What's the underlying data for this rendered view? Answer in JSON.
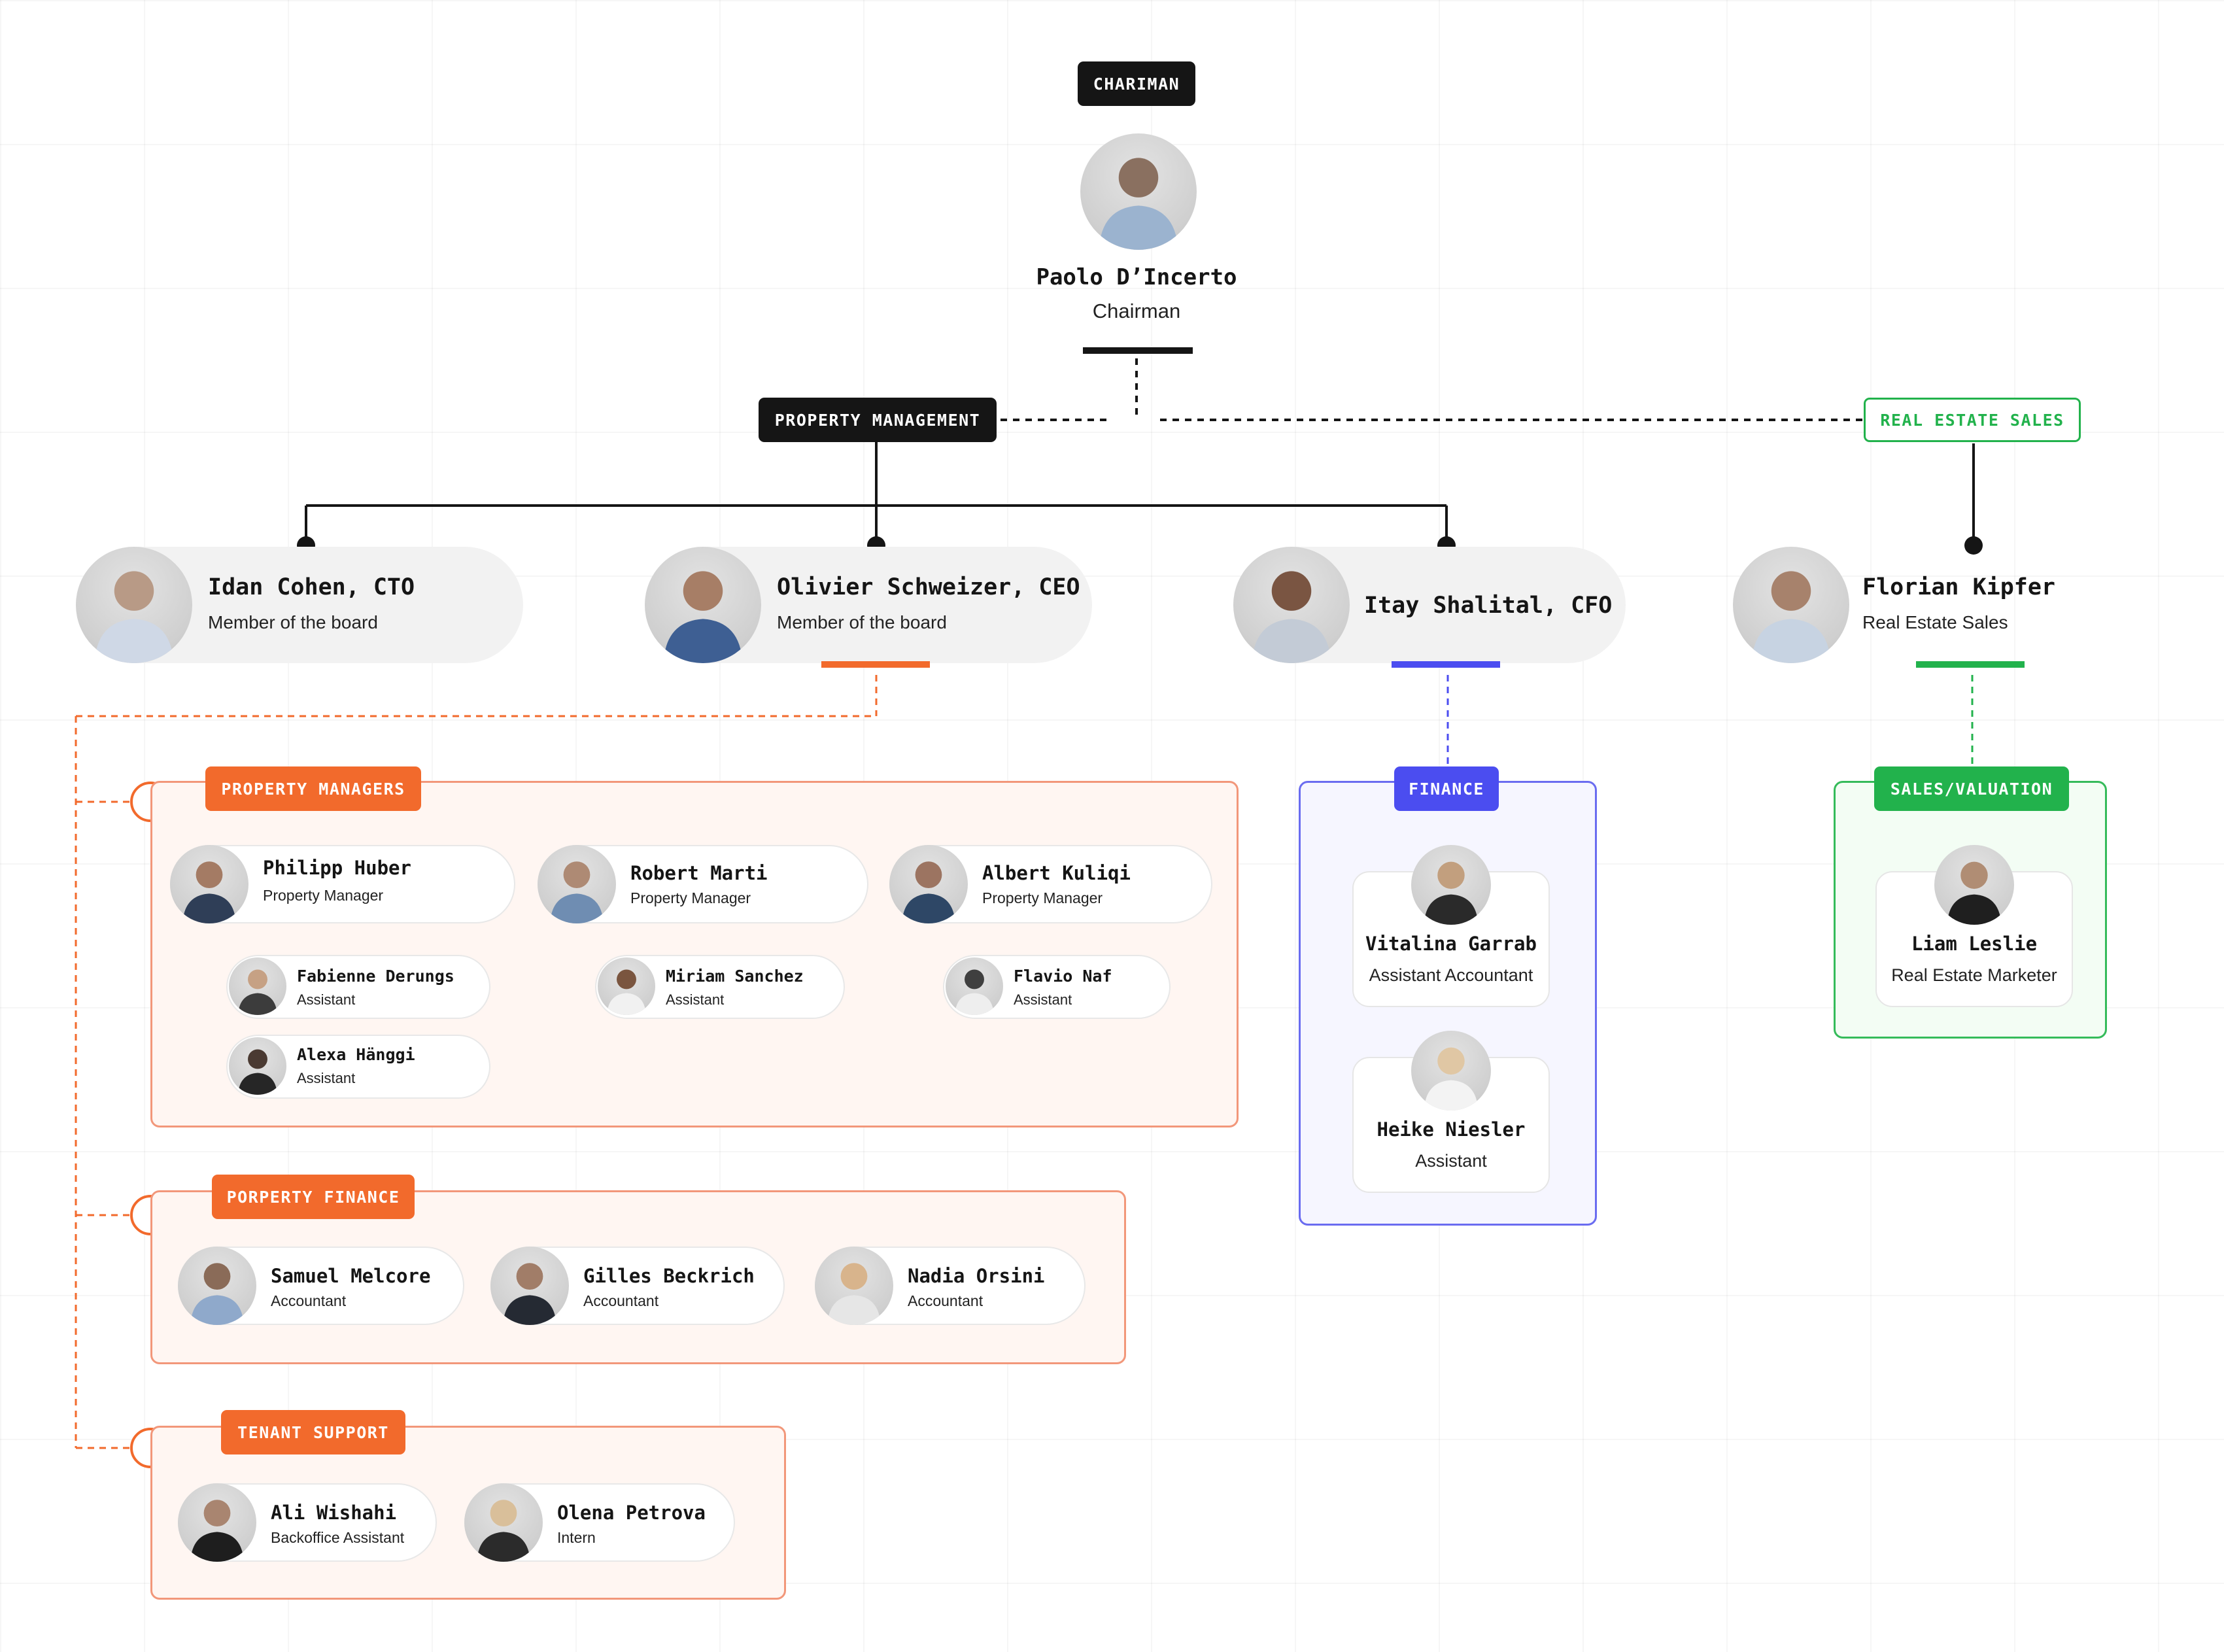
{
  "colors": {
    "dark": "#151515",
    "orange": "#f26a2c",
    "blue": "#4b4df0",
    "green": "#22b24c"
  },
  "chairman": {
    "tag": "CHARIMAN",
    "name": "Paolo D’Incerto",
    "role": "Chairman"
  },
  "departments": {
    "property_management": "PROPERTY MANAGEMENT",
    "real_estate_sales": "REAL ESTATE SALES"
  },
  "board": [
    {
      "name": "Idan Cohen, CTO",
      "role": "Member of the board"
    },
    {
      "name": "Olivier Schweizer, CEO",
      "role": "Member of the board"
    },
    {
      "name": "Itay Shalital, CFO",
      "role": ""
    },
    {
      "name": "Florian Kipfer",
      "role": "Real Estate Sales"
    }
  ],
  "property_managers": {
    "tag": "PROPERTY MANAGERS",
    "managers": [
      {
        "name": "Philipp Huber",
        "role": "Property Manager",
        "assistants": [
          {
            "name": "Fabienne Derungs",
            "role": "Assistant"
          },
          {
            "name": "Alexa Hänggi",
            "role": "Assistant"
          }
        ]
      },
      {
        "name": "Robert Marti",
        "role": "Property Manager",
        "assistants": [
          {
            "name": "Miriam Sanchez",
            "role": "Assistant"
          }
        ]
      },
      {
        "name": "Albert Kuliqi",
        "role": "Property Manager",
        "assistants": [
          {
            "name": "Flavio Naf",
            "role": "Assistant"
          }
        ]
      }
    ]
  },
  "property_finance": {
    "tag": "PORPERTY FINANCE",
    "members": [
      {
        "name": "Samuel Melcore",
        "role": "Accountant"
      },
      {
        "name": "Gilles Beckrich",
        "role": "Accountant"
      },
      {
        "name": "Nadia Orsini",
        "role": "Accountant"
      }
    ]
  },
  "tenant_support": {
    "tag": "TENANT SUPPORT",
    "members": [
      {
        "name": "Ali Wishahi",
        "role": "Backoffice Assistant"
      },
      {
        "name": "Olena Petrova",
        "role": "Intern"
      }
    ]
  },
  "finance": {
    "tag": "FINANCE",
    "members": [
      {
        "name": "Vitalina Garrab",
        "role": "Assistant Accountant"
      },
      {
        "name": "Heike Niesler",
        "role": "Assistant"
      }
    ]
  },
  "sales_valuation": {
    "tag": "SALES/VALUATION",
    "members": [
      {
        "name": "Liam Leslie",
        "role": "Real Estate Marketer"
      }
    ]
  }
}
